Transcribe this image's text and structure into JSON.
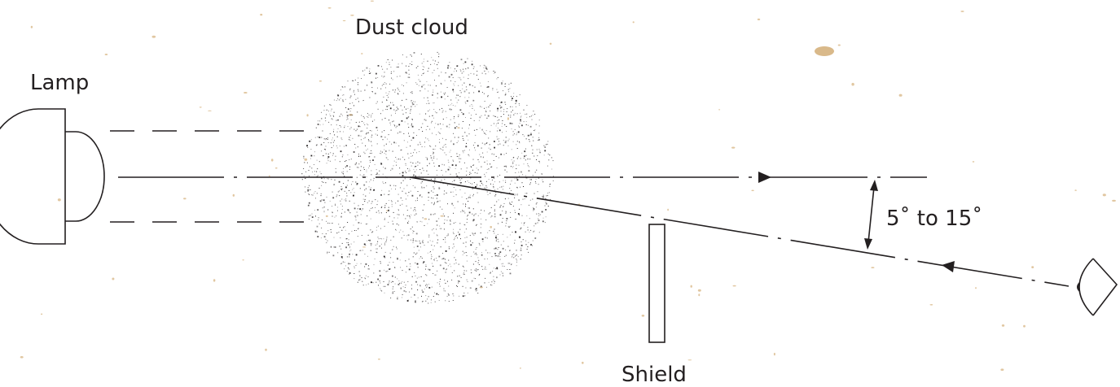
{
  "labels": {
    "lamp": "Lamp",
    "dust_cloud": "Dust cloud",
    "angle": "5˚ to 15˚",
    "shield": "Shield"
  },
  "colors": {
    "line": "#231f20",
    "background": "#ffffff",
    "speck": "#d9b98a"
  }
}
